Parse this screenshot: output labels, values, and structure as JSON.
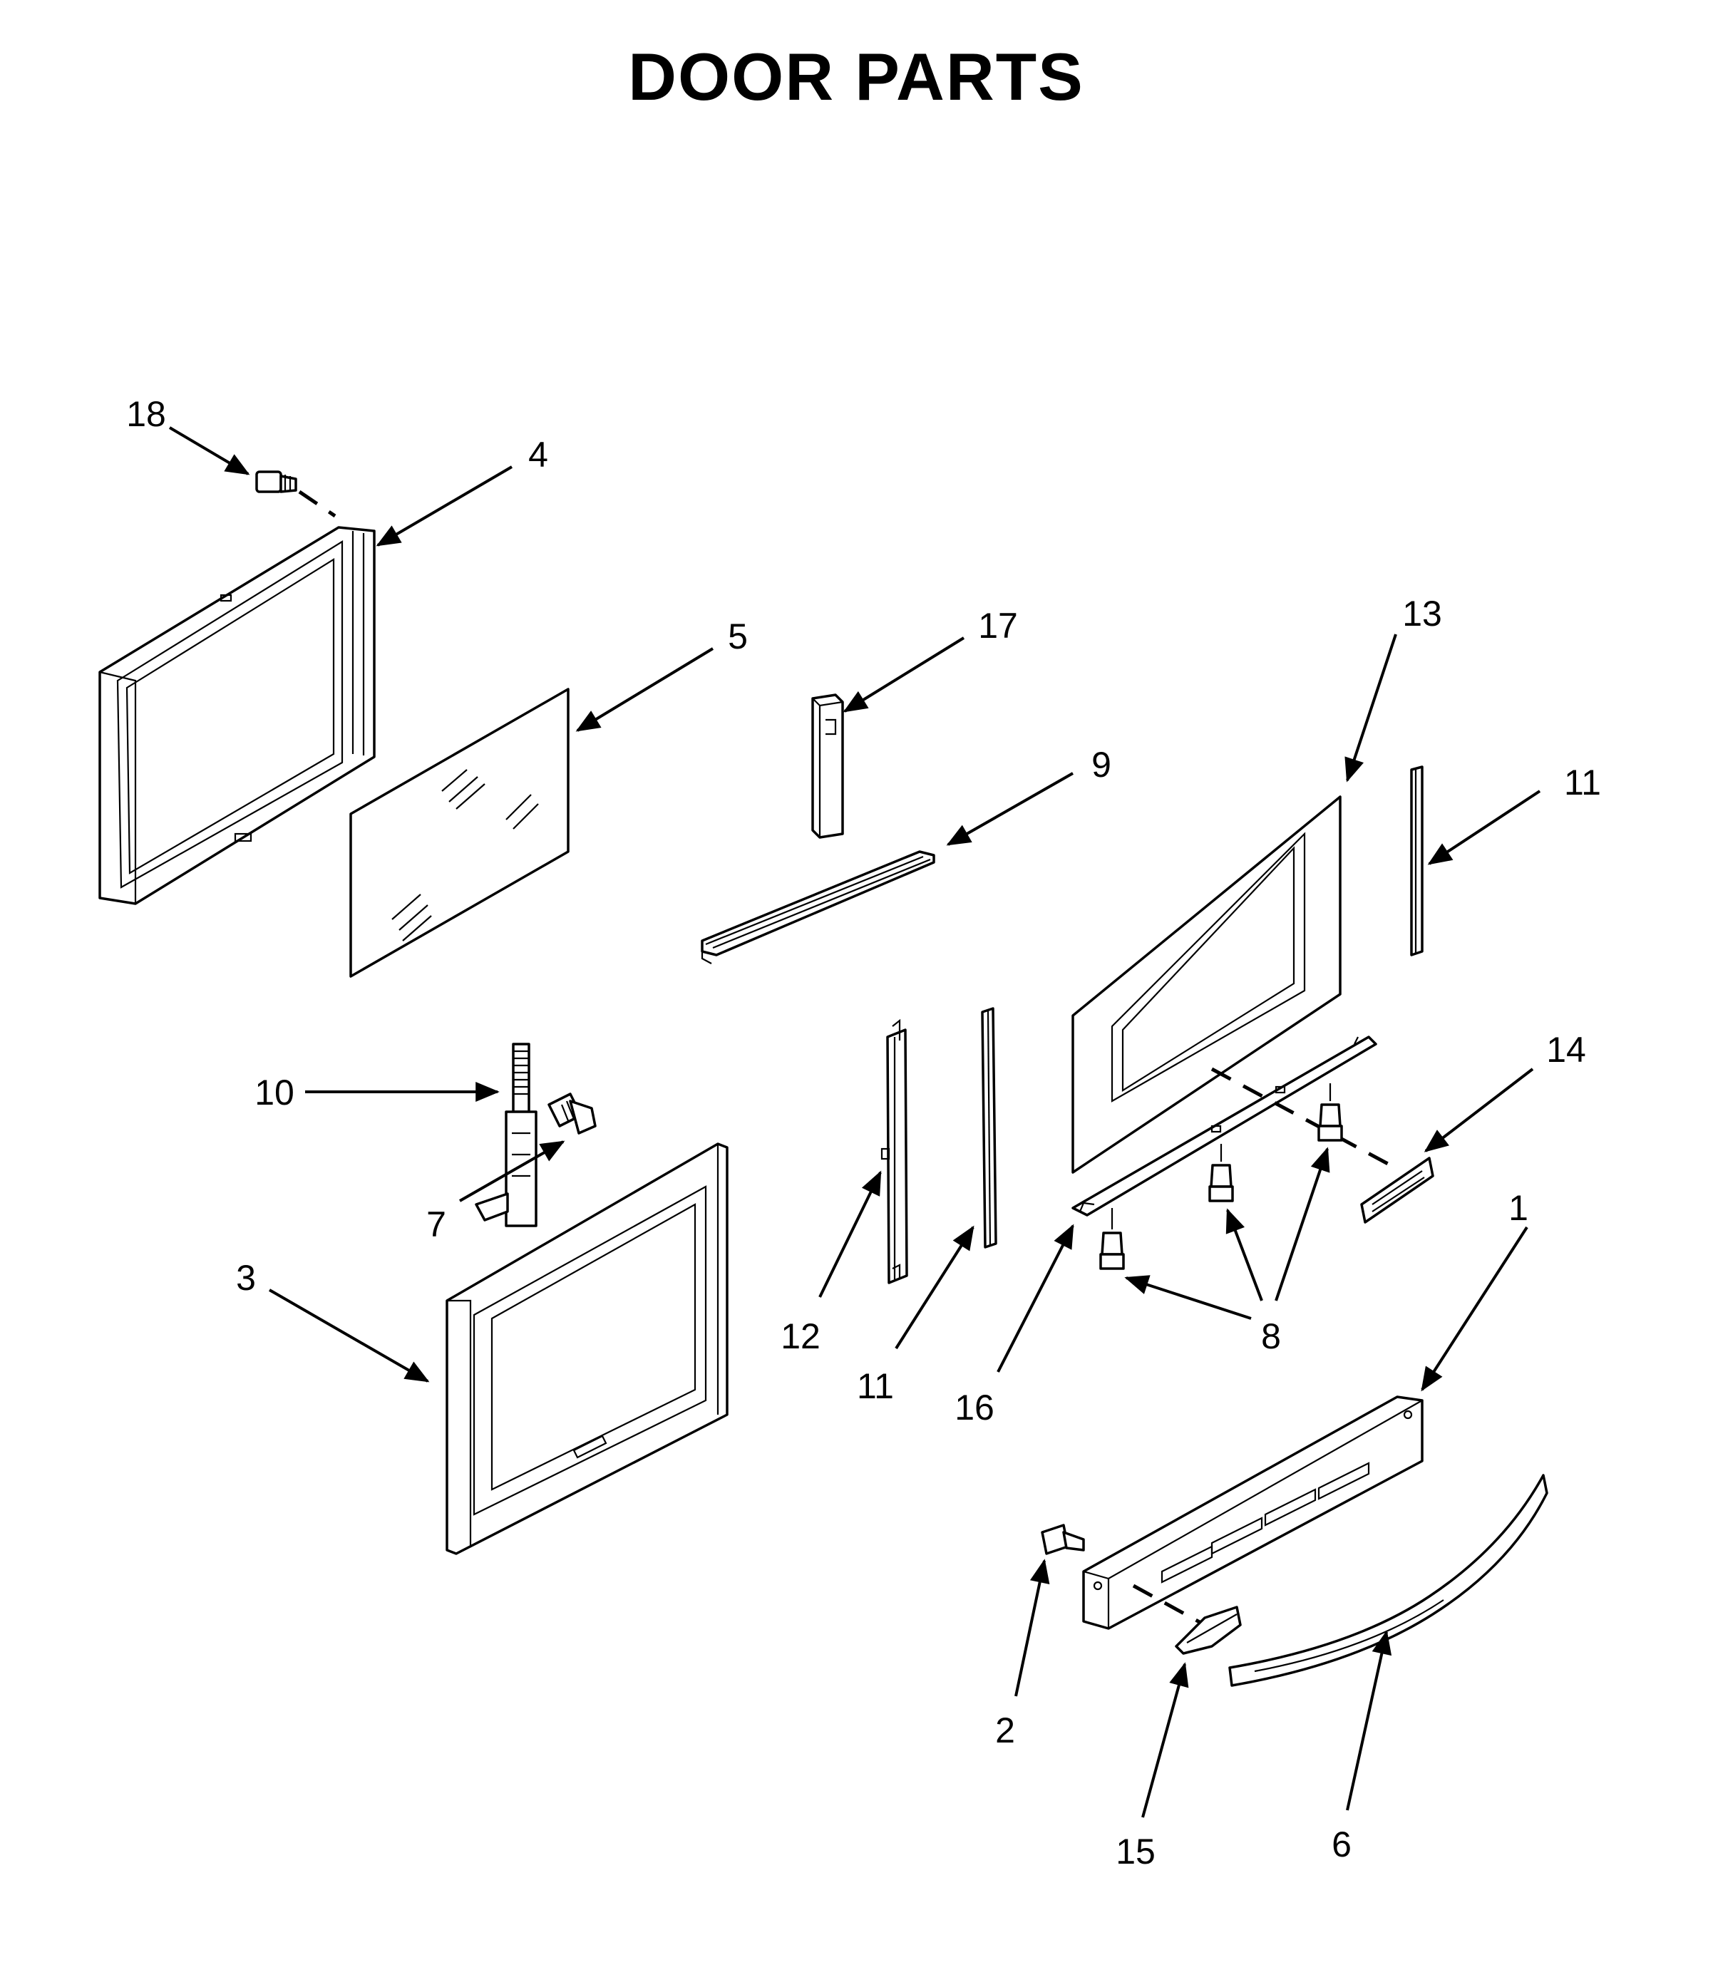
{
  "title": "DOOR PARTS",
  "callouts": [
    {
      "id": "c18",
      "number": "18"
    },
    {
      "id": "c4",
      "number": "4"
    },
    {
      "id": "c5",
      "number": "5"
    },
    {
      "id": "c17",
      "number": "17"
    },
    {
      "id": "c13",
      "number": "13"
    },
    {
      "id": "c9",
      "number": "9"
    },
    {
      "id": "c11a",
      "number": "11"
    },
    {
      "id": "c14",
      "number": "14"
    },
    {
      "id": "c10",
      "number": "10"
    },
    {
      "id": "c7",
      "number": "7"
    },
    {
      "id": "c3",
      "number": "3"
    },
    {
      "id": "c12",
      "number": "12"
    },
    {
      "id": "c11b",
      "number": "11"
    },
    {
      "id": "c16",
      "number": "16"
    },
    {
      "id": "c8",
      "number": "8"
    },
    {
      "id": "c1",
      "number": "1"
    },
    {
      "id": "c2",
      "number": "2"
    },
    {
      "id": "c15",
      "number": "15"
    },
    {
      "id": "c6",
      "number": "6"
    }
  ],
  "colors": {
    "line": "#000000",
    "background": "#ffffff"
  }
}
